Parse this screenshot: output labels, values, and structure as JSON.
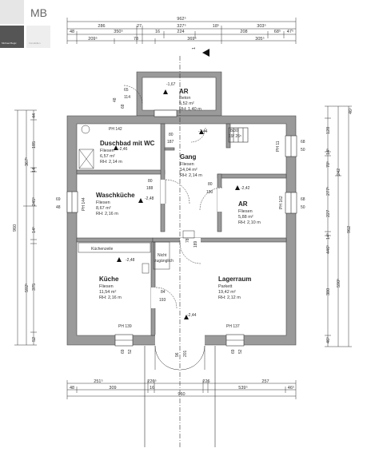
{
  "logo": {
    "brand": "MB",
    "tagline_left": "Michael Bagic",
    "tagline_right": "Immobilien"
  },
  "north": {
    "label": "1"
  },
  "rooms": {
    "ar_top": {
      "name": "AR",
      "floor": "Beton",
      "area": "5,52 m²",
      "height": "RH: 1,40 m",
      "level": "-1,67"
    },
    "dusch": {
      "name": "Duschbad mit WC",
      "floor": "Fliesen",
      "area": "6,57 m²",
      "height": "RH: 2,14 m",
      "level": "-2,46"
    },
    "gang": {
      "name": "Gang",
      "floor": "Fliesen",
      "area": "14,04 m²",
      "height": "RH: 2,14 m",
      "level": "-2,44"
    },
    "wasch": {
      "name": "Waschküche",
      "floor": "Fliesen",
      "area": "8,67 m²",
      "height": "RH: 2,16 m",
      "level": "-2,48"
    },
    "ar_right": {
      "name": "AR",
      "floor": "Fliesen",
      "area": "5,88 m²",
      "height": "RH: 2,10 m",
      "level": "-2,42"
    },
    "kueche": {
      "name": "Küche",
      "floor": "Fliesen",
      "area": "11,54 m²",
      "height": "RH: 2,16 m",
      "level": "-2,48"
    },
    "lager": {
      "name": "Lagerraum",
      "floor": "Parkett",
      "area": "19,42 m²",
      "height": "RH: 2,12 m",
      "level": "-2,44"
    }
  },
  "labels": {
    "kuechenzeile": "Küchenzeile",
    "nicht": "Nicht",
    "zugaenglich": "zugänglich",
    "ph142": "PH 142",
    "ph11": "PH 11",
    "ph144": "PH 144",
    "ph162": "PH 162",
    "ph139": "PH 139",
    "ph137": "PH 137",
    "level_bottom": "-2,44",
    "stair": "8/30",
    "stair2": "19/ 26⁵"
  },
  "openings": {
    "d65": "65",
    "d114": "114",
    "d80a": "80",
    "d187": "187",
    "d80b": "80",
    "d188": "188",
    "d80c": "80",
    "d190": "190",
    "d78": "78",
    "d189": "189",
    "d84": "84",
    "d193": "193",
    "w68a": "68",
    "w50a": "50",
    "w69": "69",
    "w48": "48",
    "w68b": "68",
    "w50b": "50",
    "w69b": "69",
    "w52b": "52",
    "w69c": "69",
    "w52c": "52",
    "d96": "96",
    "d201": "201",
    "d48door": "48",
    "d68door": "68"
  },
  "dims_top": {
    "total": "962⁵",
    "row2": [
      "286",
      "27",
      "327⁵",
      "18⁵",
      "303⁵"
    ],
    "row3": [
      "48",
      "350⁵",
      "16",
      "224",
      "208",
      "68⁵",
      "47⁵"
    ],
    "row4": [
      "209⁵",
      "78",
      "369⁵",
      "305⁵"
    ]
  },
  "dims_bottom": {
    "row1": [
      "251⁵",
      "226⁵",
      "226",
      "257"
    ],
    "row2": [
      "48",
      "309",
      "16",
      "539⁵",
      "46⁵"
    ],
    "total": "960"
  },
  "dims_left": [
    "44",
    "185",
    "14",
    "367⁵",
    "245⁵",
    "14⁵",
    "375",
    "592⁵",
    "52",
    "960"
  ],
  "dims_right": [
    "46⁵",
    "128",
    "14⁵",
    "70⁵",
    "242",
    "277⁵",
    "227",
    "962",
    "14⁵",
    "446⁵",
    "380",
    "590⁵",
    "46⁵"
  ]
}
